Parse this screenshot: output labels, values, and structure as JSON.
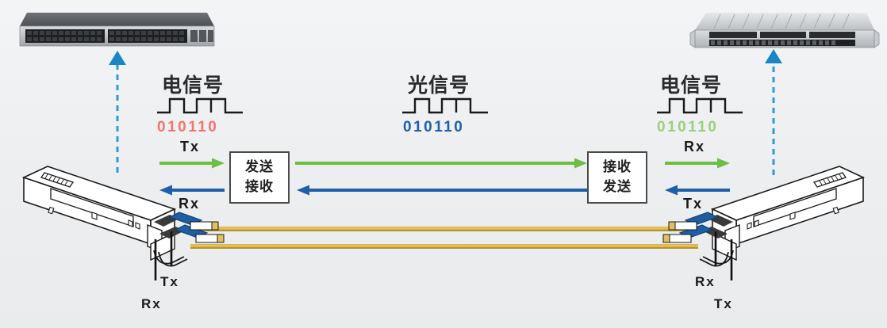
{
  "diagram": {
    "title_left_electrical": "电信号",
    "title_center_optical": "光信号",
    "title_right_electrical": "电信号",
    "bits_left": "010110",
    "bits_center": "010110",
    "bits_right": "010110",
    "colors": {
      "bits_left": "#f2756a",
      "bits_center": "#1f5fa8",
      "bits_right": "#9ad07c",
      "arrow_tx_green": "#6cbe45",
      "arrow_rx_blue": "#1f5fa8",
      "dashed_link": "#2e9bd6",
      "fiber_cable": "#d8b344",
      "connector_blue": "#1d5fa2",
      "background": "#eff0f2"
    }
  },
  "left_side": {
    "box_line1": "发送",
    "box_line2": "接收",
    "arrow_top_label": "Tx",
    "arrow_bottom_label": "Rx",
    "module_leader_upper": "Tx",
    "module_leader_lower": "Rx",
    "device_name": "switch-top-of-rack"
  },
  "right_side": {
    "box_line1": "接收",
    "box_line2": "发送",
    "arrow_top_label": "Rx",
    "arrow_bottom_label": "Tx",
    "module_leader_upper": "Rx",
    "module_leader_lower": "Tx",
    "device_name": "chassis-line-card"
  },
  "center": {
    "arrow_forward_label": "",
    "arrow_reverse_label": ""
  }
}
